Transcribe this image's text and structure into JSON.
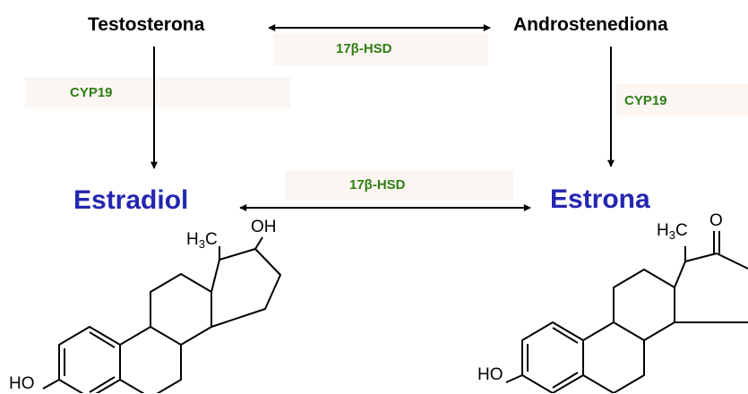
{
  "compounds": {
    "testosterona": "Testosterona",
    "androstenediona": "Androstenediona",
    "estradiol": "Estradiol",
    "estrona": "Estrona"
  },
  "enzymes": {
    "hsd_top": "17β-HSD",
    "hsd_bottom": "17β-HSD",
    "cyp_left": "CYP19",
    "cyp_right": "CYP19"
  },
  "atoms": {
    "methyl_h": "H",
    "methyl_sub": "3",
    "methyl_c": "C",
    "hydroxyl": "OH",
    "phenol": "HO",
    "ketone": "O"
  },
  "colors": {
    "precursor_text": "#000000",
    "enzyme_text": "#2e7d14",
    "product_text": "#2426b0",
    "band": "#fbf6f2"
  }
}
